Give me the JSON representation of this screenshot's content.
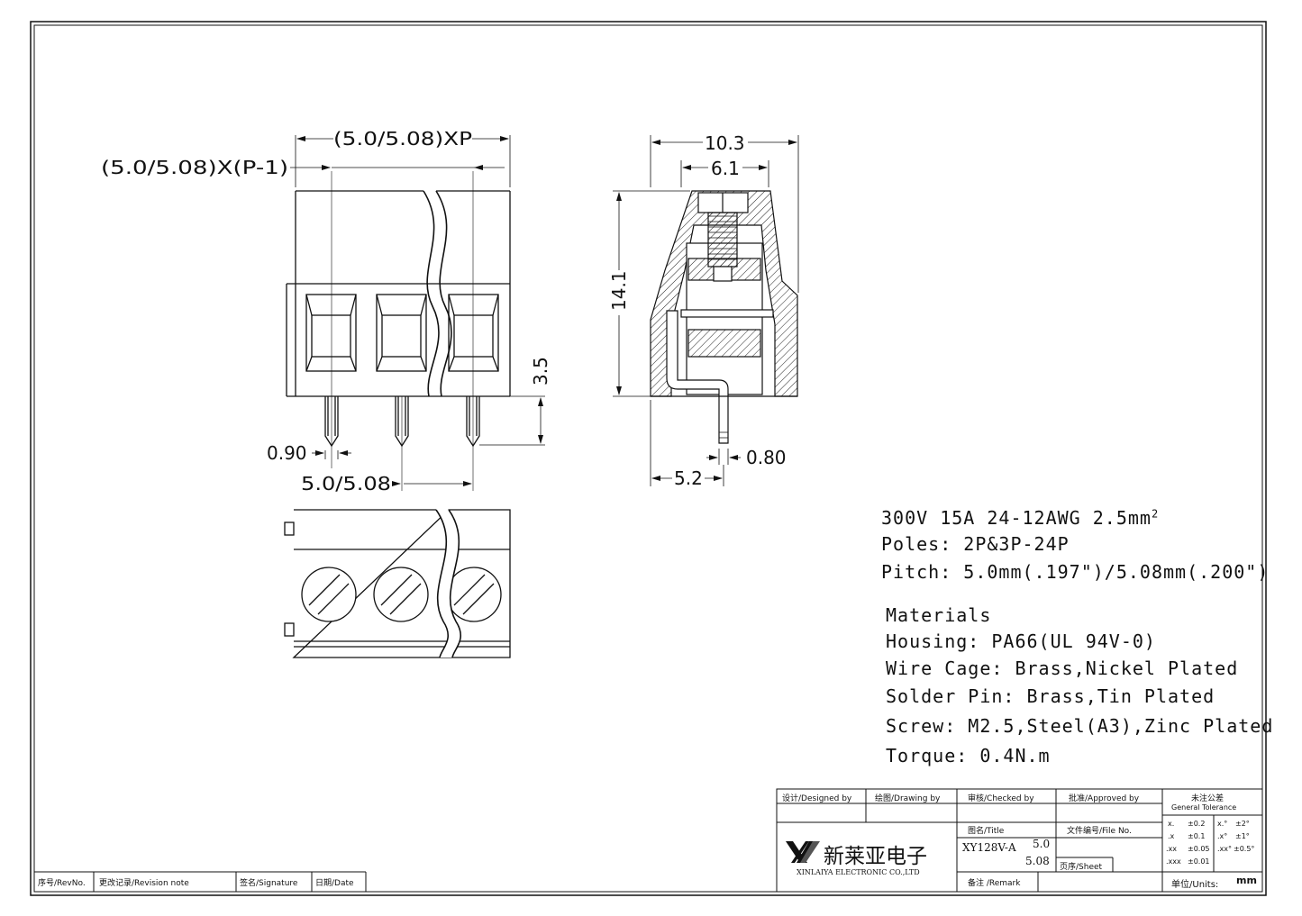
{
  "dimensions": {
    "pitch_xp": "(5.0/5.08)XP",
    "pitch_p1": "(5.0/5.08)X(P-1)",
    "width_103": "10.3",
    "width_61": "6.1",
    "height_141": "14.1",
    "height_35": "3.5",
    "pin_090": "0.90",
    "pitch_bottom": "5.0/5.08",
    "pin_080": "0.80",
    "offset_52": "5.2"
  },
  "specs": {
    "rating_prefix": "300V 15A 24-12AWG 2.5mm",
    "rating_sup": "2",
    "poles": "Poles: 2P&3P-24P",
    "pitch": "Pitch: 5.0mm(.197\")/5.08mm(.200\")",
    "materials_heading": "Materials",
    "housing": "Housing: PA66(UL 94V-0)",
    "wire_cage": "Wire Cage: Brass,Nickel Plated",
    "solder_pin": "Solder Pin: Brass,Tin Plated",
    "screw": "Screw: M2.5,Steel(A3),Zinc Plated",
    "torque": "Torque: 0.4N.m"
  },
  "title_block": {
    "designed_by": "设计/Designed by",
    "drawing_by": "绘图/Drawing by",
    "checked_by": "审核/Checked by",
    "approved_by": "批准/Approved by",
    "tolerance_cn": "未注公差",
    "tolerance_en": "General Tolerance",
    "tol_rows": [
      {
        "k": "x.",
        "v": "±0.2",
        "ak": "x.°",
        "av": "±2°"
      },
      {
        "k": ".x",
        "v": "±0.1",
        "ak": ".x°",
        "av": "±1°"
      },
      {
        "k": ".xx",
        "v": "±0.05",
        "ak": ".xx°",
        "av": "±0.5°"
      },
      {
        "k": ".xxx",
        "v": "±0.01",
        "ak": "",
        "av": ""
      }
    ],
    "title_label": "图名/Title",
    "file_no_label": "文件编号/File No.",
    "title_value": "XY128V-A",
    "title_value_a": "5.0",
    "title_value_b": "5.08",
    "sheet_label": "页序/Sheet",
    "remark_label": "备注 /Remark",
    "units_label": "单位/Units:",
    "units_value": "mm",
    "company_cn": "新莱亚电子",
    "company_en": "XINLAIYA ELECTRONIC CO.,LTD",
    "rev_no": "序号/RevNo.",
    "revision_note": "更改记录/Revision note",
    "signature": "签名/Signature",
    "date": "日期/Date"
  }
}
